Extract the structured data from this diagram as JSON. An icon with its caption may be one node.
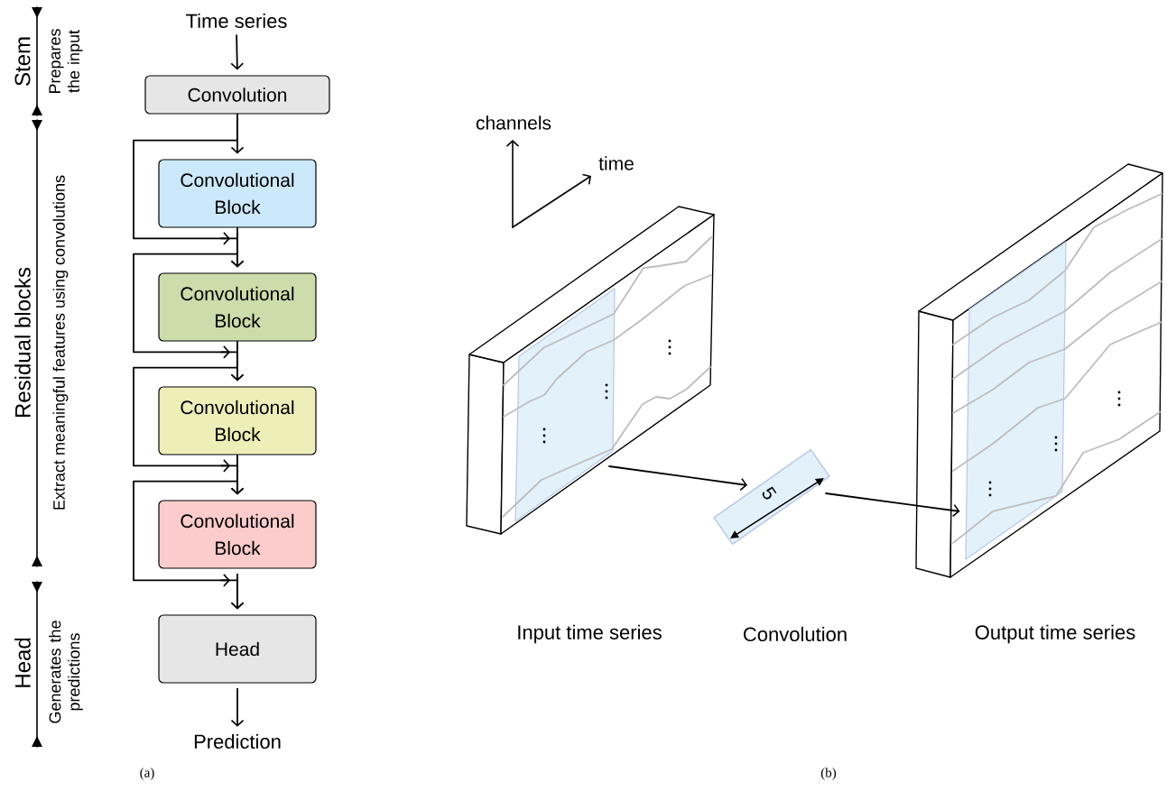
{
  "diagram": {
    "nodes": [
      {
        "text": [
          "Time series"
        ]
      },
      {
        "text": [
          "Convolution"
        ]
      },
      {
        "text": [
          "Convolutional Block"
        ]
      },
      {
        "text": [
          "Convolutional Block"
        ]
      },
      {
        "text": [
          "Convolutional Block"
        ]
      },
      {
        "text": [
          "Convolutional Block"
        ]
      },
      {
        "text": [
          "Head"
        ]
      },
      {
        "text": [
          "Prediction"
        ]
      },
      {
        "text": [],
        "shape": "box"
      },
      {
        "text": [],
        "shape": "box"
      },
      {
        "text": [],
        "shape": "box"
      }
    ],
    "edges": [
      {
        "from": 0,
        "to": 1,
        "arrow": "to"
      },
      {
        "from": 1,
        "to": 2,
        "arrow": "to"
      },
      {
        "from": 2,
        "to": 3,
        "arrow": "to"
      },
      {
        "from": 1,
        "to": 3,
        "arrow": "to"
      },
      {
        "from": 3,
        "to": 4,
        "arrow": "to"
      },
      {
        "from": 2,
        "to": 4,
        "arrow": "to"
      },
      {
        "from": 4,
        "to": 5,
        "arrow": "to"
      },
      {
        "from": 3,
        "to": 5,
        "arrow": "to"
      },
      {
        "from": 5,
        "to": 6,
        "arrow": "to"
      },
      {
        "from": 4,
        "to": 6,
        "arrow": "to"
      },
      {
        "from": 6,
        "to": 7,
        "arrow": "to"
      },
      {
        "from": 8,
        "to": 9,
        "arrow": "to"
      },
      {
        "from": 9,
        "to": 10,
        "arrow": "to"
      }
    ],
    "labels": [
      "Stem",
      "Prepares the input",
      "Residual blocks",
      "Extract meaningful features using convolutions",
      "Head",
      "Generates the predictions",
      "channels",
      "time",
      "5",
      "Input time series",
      "Convolution",
      "Output time series",
      "(a)",
      "(b)"
    ]
  }
}
